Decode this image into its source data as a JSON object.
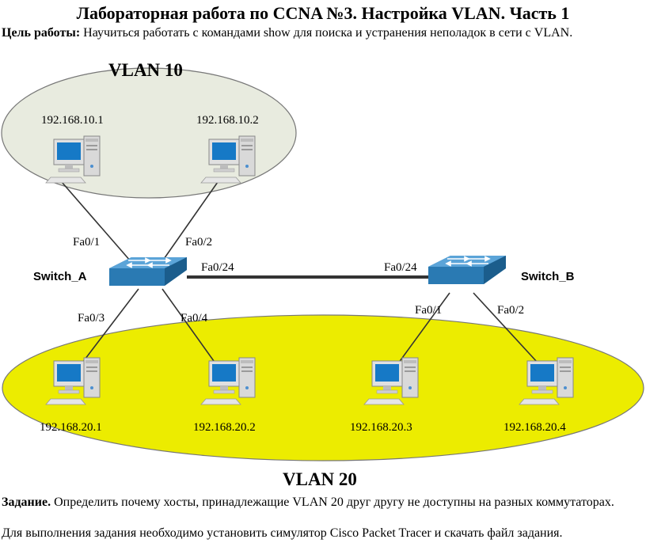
{
  "doc": {
    "title": "Лабораторная работа по CCNA №3. Настройка VLAN. Часть 1",
    "goal": {
      "label": "Цель работы:",
      "text": " Научиться работать с командами show для поиска и устранения неполадок в сети с VLAN."
    },
    "task": {
      "label": "Задание.",
      "text": " Определить почему хосты, принадлежащие VLAN 20 друг другу не доступны на разных коммутаторах."
    },
    "instruction": "Для выполнения задания необходимо установить симулятор Cisco Packet Tracer и скачать файл задания."
  },
  "diagram": {
    "vlan10": {
      "label": "VLAN 10",
      "color": "#e8ebdf"
    },
    "vlan20": {
      "label": "VLAN 20",
      "color": "#ecec00"
    },
    "switches": {
      "a": "Switch_A",
      "b": "Switch_B",
      "color": "#2a7ab3"
    },
    "hosts": {
      "h1": "192.168.10.1",
      "h2": "192.168.10.2",
      "h3": "192.168.20.1",
      "h4": "192.168.20.2",
      "h5": "192.168.20.3",
      "h6": "192.168.20.4"
    },
    "ports": {
      "a_fa01": "Fa0/1",
      "a_fa02": "Fa0/2",
      "a_fa024": "Fa0/24",
      "b_fa024": "Fa0/24",
      "a_fa03": "Fa0/3",
      "a_fa04": "Fa0/4",
      "b_fa01": "Fa0/1",
      "b_fa02": "Fa0/2"
    }
  }
}
